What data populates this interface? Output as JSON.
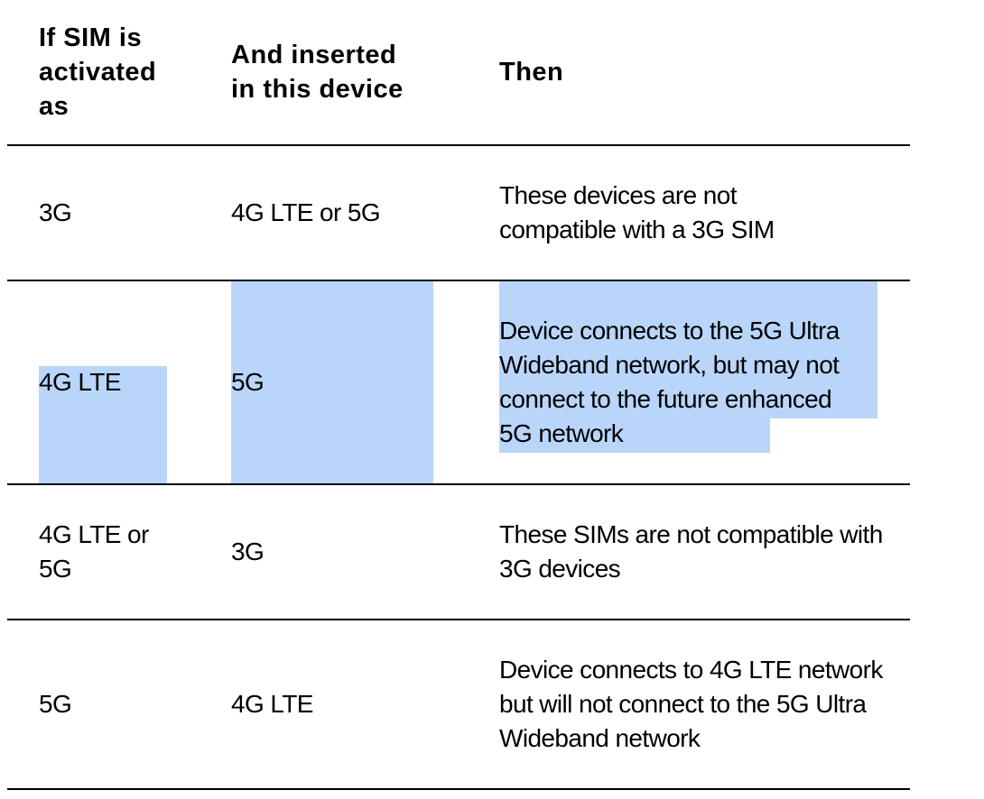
{
  "table": {
    "headers": {
      "col1": "If SIM is activated as",
      "col2": "And inserted in this device",
      "col3": "Then"
    },
    "rows": [
      {
        "sim": "3G",
        "device": "4G LTE or 5G",
        "result": "These devices are not compatible with a 3G SIM"
      },
      {
        "sim": "4G LTE",
        "device": "5G",
        "result": "Device connects to the 5G Ultra Wideband network, but may not connect to the future enhanced 5G network"
      },
      {
        "sim": "4G LTE or 5G",
        "device": "3G",
        "result": "These SIMs are not compatible with 3G devices"
      },
      {
        "sim": "5G",
        "device": "4G LTE",
        "result": "Device connects to 4G LTE network but will not connect to the 5G Ultra Wideband network"
      }
    ]
  },
  "colors": {
    "selection_highlight": "#b9d6fa",
    "rule": "#000000",
    "text": "#000000",
    "background": "#ffffff"
  }
}
